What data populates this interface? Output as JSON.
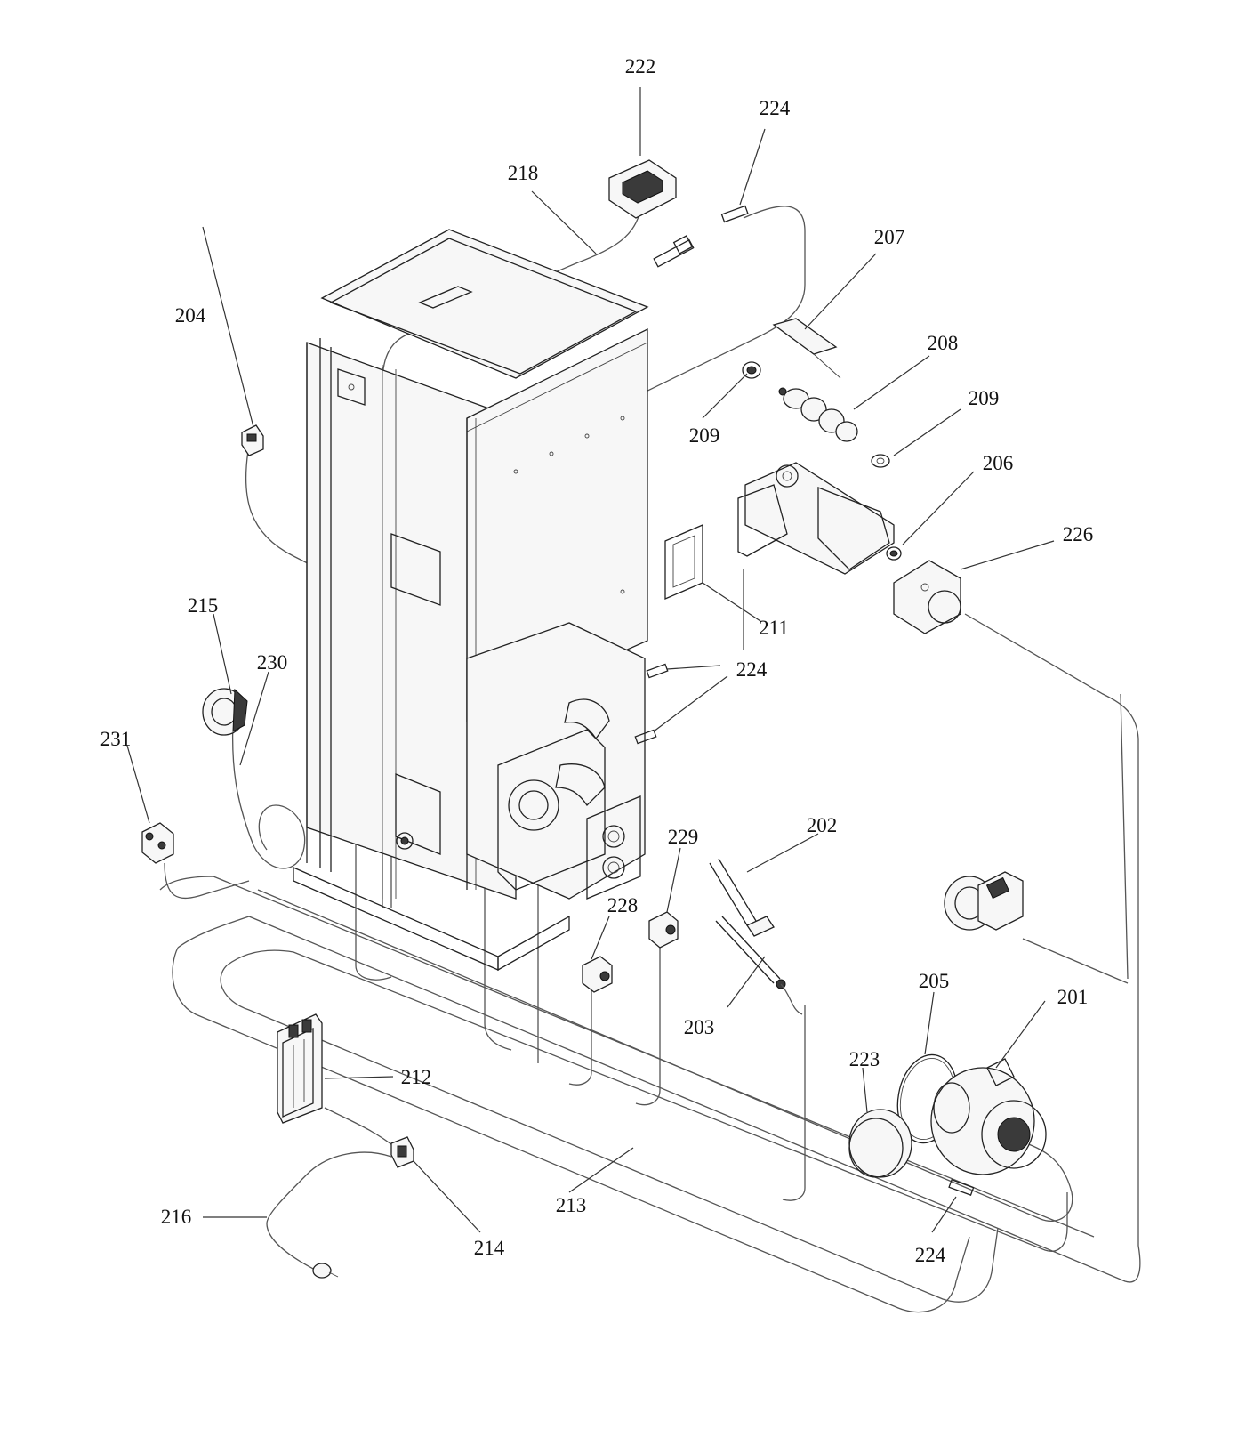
{
  "diagram": {
    "labels": {
      "l201": "201",
      "l202": "202",
      "l203": "203",
      "l204": "204",
      "l205": "205",
      "l206": "206",
      "l207": "207",
      "l208": "208",
      "l209a": "209",
      "l209b": "209",
      "l211": "211",
      "l212": "212",
      "l213": "213",
      "l214": "214",
      "l215": "215",
      "l216": "216",
      "l218": "218",
      "l222": "222",
      "l223": "223",
      "l224a": "224",
      "l224b": "224",
      "l224c": "224",
      "l226": "226",
      "l228": "228",
      "l229": "229",
      "l230": "230",
      "l231": "231"
    }
  }
}
